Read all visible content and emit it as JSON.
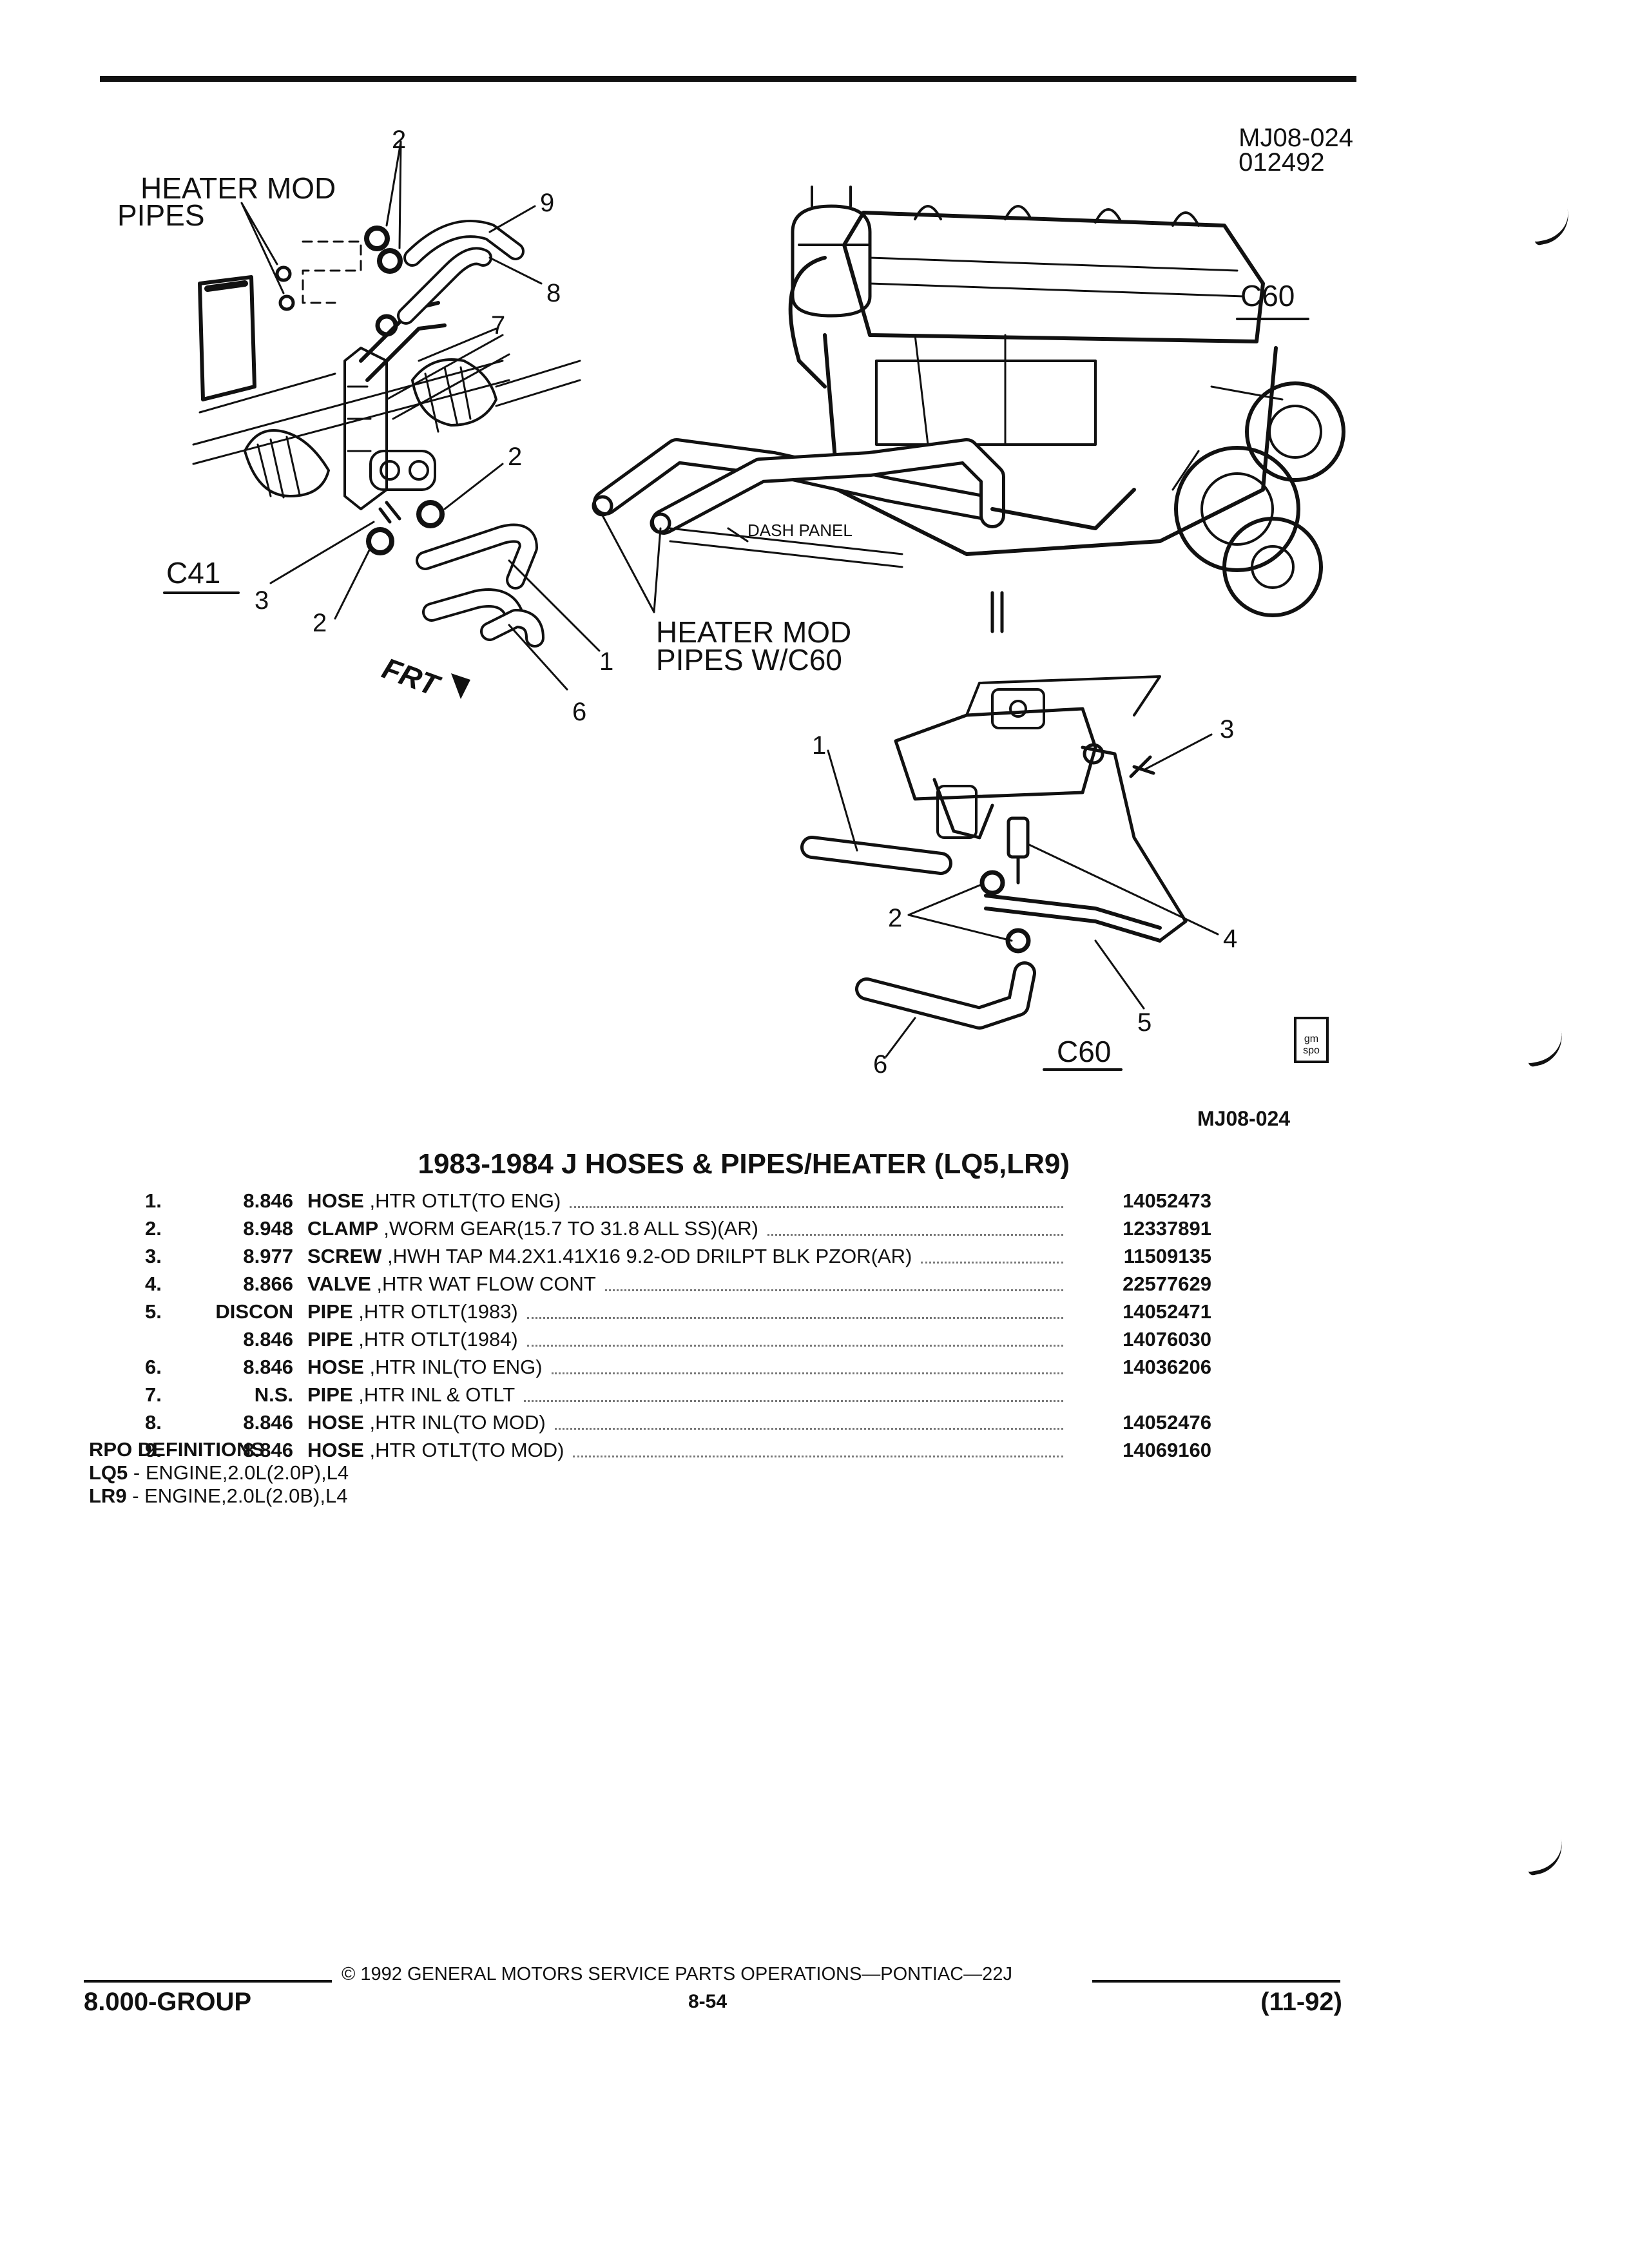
{
  "header": {
    "drawing_id": "MJ08-024",
    "drawing_code": "012492"
  },
  "diagram": {
    "labels": {
      "heater_mod_pipes": "HEATER MOD",
      "heater_mod_pipes_2": "PIPES",
      "c41": "C41",
      "c60_main": "C60",
      "c60_detail": "C60",
      "dash_panel": "DASH PANEL",
      "heater_mod_pipes_c60_1": "HEATER MOD",
      "heater_mod_pipes_c60_2": "PIPES W/C60",
      "frt": "FRT"
    },
    "callouts": [
      "1",
      "2",
      "3",
      "4",
      "5",
      "6",
      "7",
      "8",
      "9"
    ],
    "logo_text": "gm spo"
  },
  "figure_ref": "MJ08-024",
  "section": {
    "title": "1983-1984 J HOSES & PIPES/HEATER (LQ5,LR9)"
  },
  "parts": [
    {
      "no": "1.",
      "group": "8.846",
      "name": "HOSE",
      "desc": ",HTR OTLT(TO ENG)",
      "pn": "14052473"
    },
    {
      "no": "2.",
      "group": "8.948",
      "name": "CLAMP",
      "desc": ",WORM GEAR(15.7 TO 31.8 ALL SS)(AR)",
      "pn": "12337891"
    },
    {
      "no": "3.",
      "group": "8.977",
      "name": "SCREW",
      "desc": ",HWH TAP M4.2X1.41X16 9.2-OD DRILPT BLK PZOR(AR)",
      "pn": "11509135"
    },
    {
      "no": "4.",
      "group": "8.866",
      "name": "VALVE",
      "desc": ",HTR WAT FLOW CONT",
      "pn": "22577629"
    },
    {
      "no": "5.",
      "group": "DISCON",
      "name": "PIPE",
      "desc": ",HTR OTLT(1983)",
      "pn": "14052471"
    },
    {
      "no": "",
      "group": "8.846",
      "name": "PIPE",
      "desc": ",HTR OTLT(1984)",
      "pn": "14076030"
    },
    {
      "no": "6.",
      "group": "8.846",
      "name": "HOSE",
      "desc": ",HTR INL(TO ENG)",
      "pn": "14036206"
    },
    {
      "no": "7.",
      "group": "N.S.",
      "name": "PIPE",
      "desc": ",HTR INL & OTLT",
      "pn": ""
    },
    {
      "no": "8.",
      "group": "8.846",
      "name": "HOSE",
      "desc": ",HTR INL(TO MOD)",
      "pn": "14052476"
    },
    {
      "no": "9.",
      "group": "8.846",
      "name": "HOSE",
      "desc": ",HTR OTLT(TO MOD)",
      "pn": "14069160"
    }
  ],
  "rpo": {
    "heading": "RPO DEFINITIONS",
    "items": [
      {
        "code": "LQ5",
        "text": " - ENGINE,2.0L(2.0P),L4"
      },
      {
        "code": "LR9",
        "text": " - ENGINE,2.0L(2.0B),L4"
      }
    ]
  },
  "footer": {
    "group": "8.000-GROUP",
    "copyright": "© 1992 GENERAL MOTORS SERVICE PARTS OPERATIONS—PONTIAC—22J",
    "page": "8-54",
    "date": "(11-92)"
  }
}
